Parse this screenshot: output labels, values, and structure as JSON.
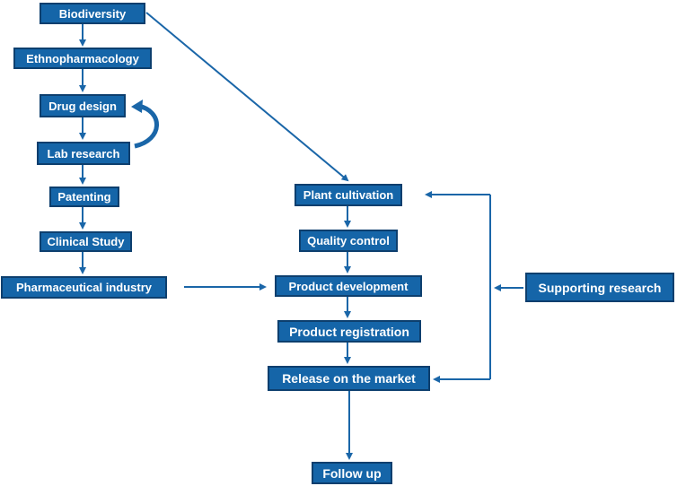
{
  "left_chain": {
    "biodiversity": "Biodiversity",
    "ethnopharmacology": "Ethnopharmacology",
    "drug_design": "Drug design",
    "lab_research": "Lab research",
    "patenting": "Patenting",
    "clinical_study": "Clinical Study",
    "pharmaceutical_industry": "Pharmaceutical industry"
  },
  "center_chain": {
    "plant_cultivation": "Plant cultivation",
    "quality_control": "Quality control",
    "product_development": "Product development",
    "product_registration": "Product registration",
    "release_on_market": "Release on the market",
    "follow_up": "Follow up"
  },
  "right": {
    "supporting_research": "Supporting research"
  },
  "colors": {
    "node_fill": "#1565a8",
    "node_border": "#0d3f6e",
    "arrow": "#1a66a8"
  }
}
